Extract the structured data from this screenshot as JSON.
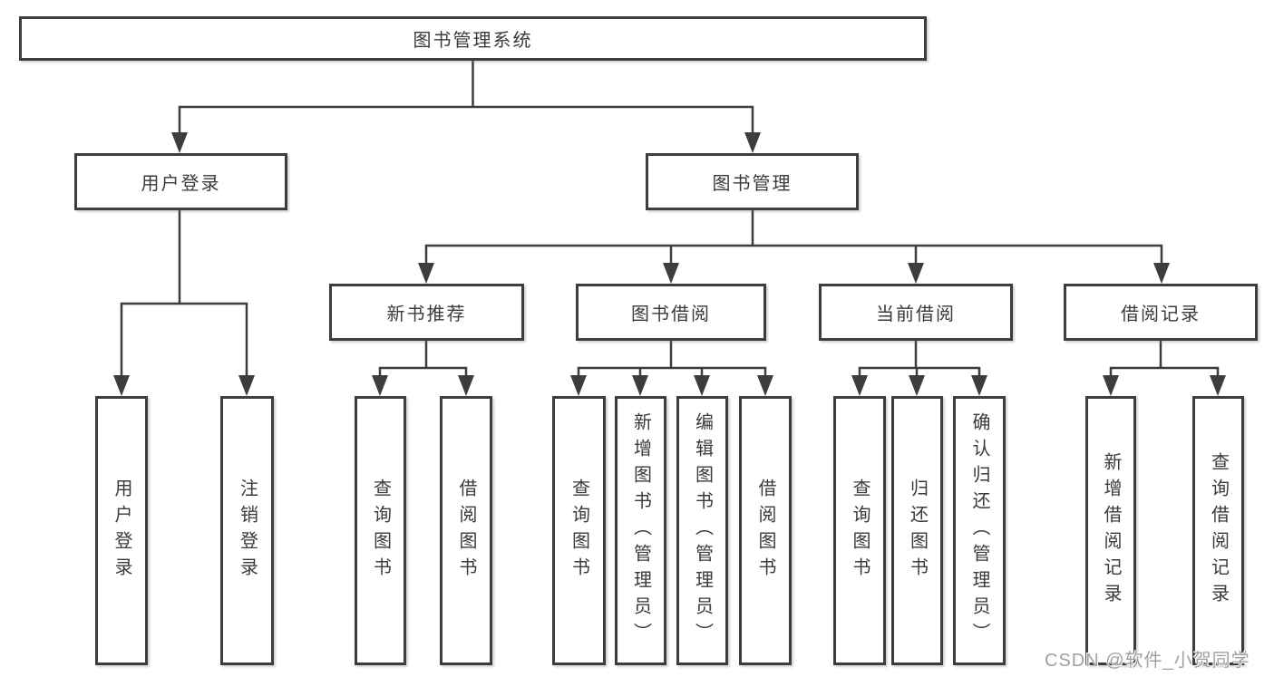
{
  "diagram": {
    "title_node": {
      "label": "图书管理系统"
    },
    "line_color": "#3d3d3d",
    "root": {
      "label": "图书管理系统"
    },
    "level2": [
      {
        "label": "用户登录"
      },
      {
        "label": "图书管理"
      }
    ],
    "level3": [
      {
        "label": "新书推荐",
        "parent": "图书管理"
      },
      {
        "label": "图书借阅",
        "parent": "图书管理"
      },
      {
        "label": "当前借阅",
        "parent": "图书管理"
      },
      {
        "label": "借阅记录",
        "parent": "图书管理"
      }
    ],
    "leaves": [
      {
        "label": "用户登录",
        "parent": "用户登录"
      },
      {
        "label": "注销登录",
        "parent": "用户登录"
      },
      {
        "label": "查询图书",
        "parent": "新书推荐"
      },
      {
        "label": "借阅图书",
        "parent": "新书推荐"
      },
      {
        "label": "查询图书",
        "parent": "图书借阅"
      },
      {
        "label": "新增图书（管理员）",
        "parent": "图书借阅"
      },
      {
        "label": "编辑图书（管理员）",
        "parent": "图书借阅"
      },
      {
        "label": "借阅图书",
        "parent": "图书借阅"
      },
      {
        "label": "查询图书",
        "parent": "当前借阅"
      },
      {
        "label": "归还图书",
        "parent": "当前借阅"
      },
      {
        "label": "确认归还（管理员）",
        "parent": "当前借阅"
      },
      {
        "label": "新增借阅记录",
        "parent": "借阅记录"
      },
      {
        "label": "查询借阅记录",
        "parent": "借阅记录"
      }
    ]
  },
  "watermark": {
    "text": "CSDN @软件_小贺同学",
    "color": "#a0a0a0"
  }
}
